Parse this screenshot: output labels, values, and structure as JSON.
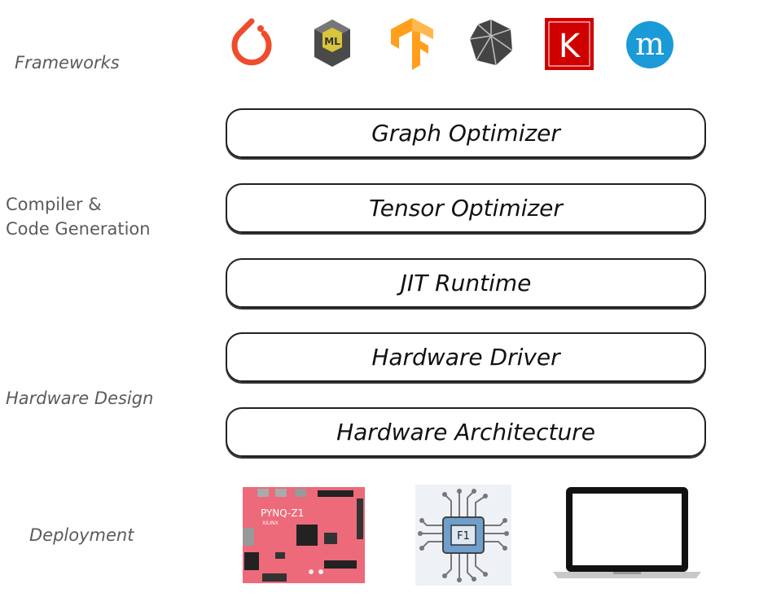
{
  "labels": {
    "frameworks": "Frameworks",
    "compiler_line1": "Compiler &",
    "compiler_line2": "Code Generation",
    "hardware_design": "Hardware Design",
    "deployment": "Deployment"
  },
  "layers": [
    "Graph Optimizer",
    "Tensor Optimizer",
    "JIT Runtime",
    "Hardware Driver",
    "Hardware Architecture"
  ],
  "framework_icons": [
    "pytorch-icon",
    "coreml-icon",
    "tensorflow-icon",
    "onnx-icon",
    "keras-icon",
    "mxnet-icon"
  ],
  "icon_text": {
    "coreml": "ML",
    "keras": "K",
    "mxnet": "m",
    "board_name": "PYNQ-Z1",
    "board_vendor": "XILINX",
    "chip": "F1"
  },
  "colors": {
    "pytorch": "#ee4c2c",
    "tensorflow": "#ff9f1c",
    "keras": "#d00000",
    "mxnet": "#1a9bd8",
    "board": "#ec6a7a"
  }
}
